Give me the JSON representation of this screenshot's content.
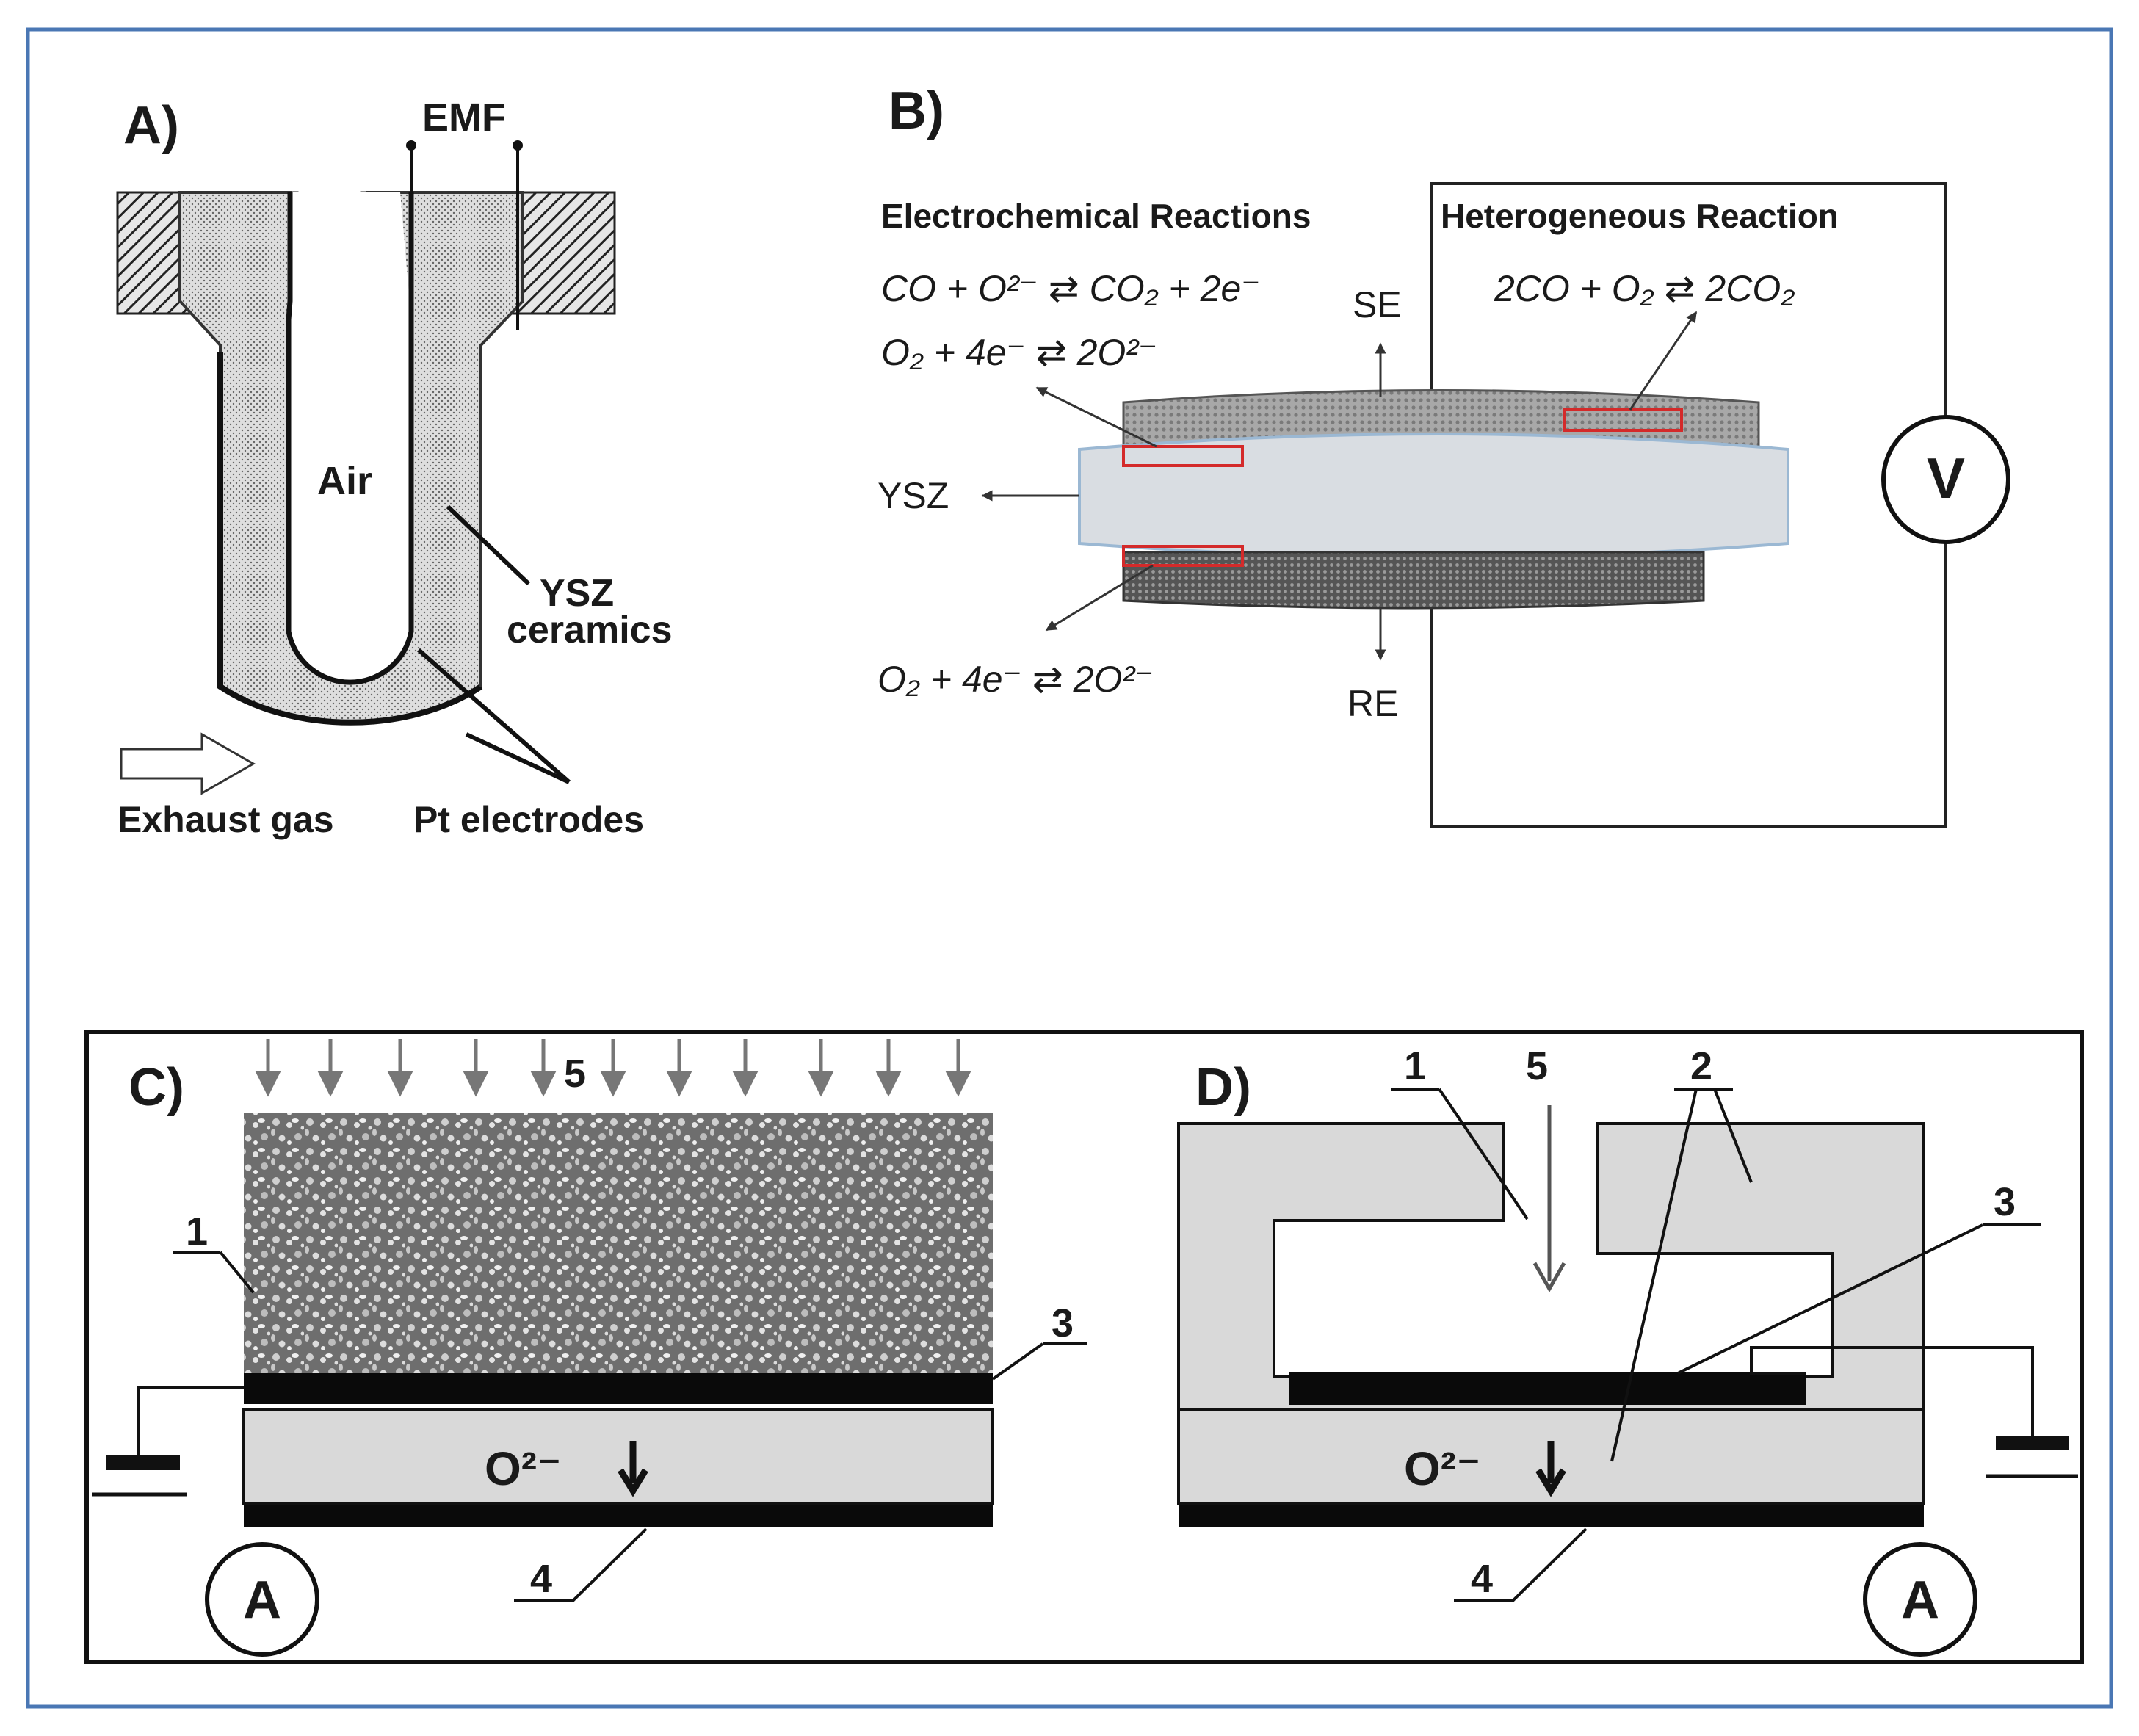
{
  "panel_a": {
    "label": "A)",
    "emf": "EMF",
    "air": "Air",
    "ysz_line1": "YSZ",
    "ysz_line2": "ceramics",
    "exhaust": "Exhaust gas",
    "pt": "Pt electrodes"
  },
  "panel_b": {
    "label": "B)",
    "electrochemical_title": "Electrochemical Reactions",
    "heterogeneous_title": "Heterogeneous Reaction",
    "reaction1": "CO + O²⁻ ⇄ CO₂ + 2e⁻",
    "reaction2": "O₂ + 4e⁻ ⇄ 2O²⁻",
    "reaction3": "O₂ + 4e⁻ ⇄ 2O²⁻",
    "heterogeneous_reaction": "2CO + O₂ ⇄ 2CO₂",
    "se": "SE",
    "re": "RE",
    "ysz": "YSZ",
    "voltmeter": "V"
  },
  "panel_c": {
    "label": "C)",
    "n1": "1",
    "n3": "3",
    "n4": "4",
    "n5": "5",
    "ion": "O²⁻",
    "ammeter": "A"
  },
  "panel_d": {
    "label": "D)",
    "n1": "1",
    "n2": "2",
    "n3": "3",
    "n4": "4",
    "n5": "5",
    "ion": "O²⁻",
    "ammeter": "A"
  },
  "colors": {
    "border": "#4a77b4",
    "ceramic": "#d9d9d9",
    "electrode": "#0a0a0a",
    "highlight": "#d42a2a"
  }
}
